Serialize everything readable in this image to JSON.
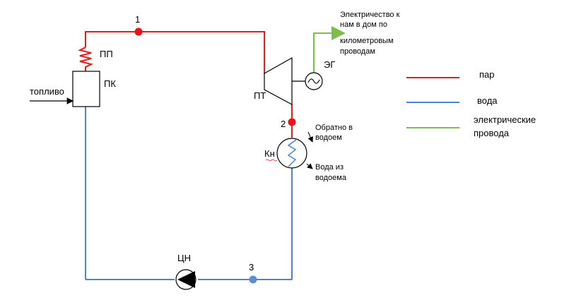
{
  "labels": {
    "point1": "1",
    "point2": "2",
    "point3": "3",
    "superheater": "ПП",
    "boiler": "ПК",
    "fuel": "топливо",
    "turbine": "ПТ",
    "generator": "ЭГ",
    "condenser": "Кн",
    "pump": "ЦН"
  },
  "annotations": {
    "electricity": [
      "Электричество к",
      "нам в дом по",
      "километровым",
      "проводам"
    ],
    "water_return": [
      "Обратно  в",
      "водоем"
    ],
    "water_intake": [
      "Вода из",
      "водоема"
    ]
  },
  "legend": {
    "items": [
      {
        "label": "пар",
        "color": "#e31b1b"
      },
      {
        "label": "вода",
        "color": "#4a86c8"
      },
      {
        "label_lines": [
          "электрические",
          "провода"
        ],
        "color": "#7cbf48"
      }
    ]
  },
  "colors": {
    "steam": "#e31b1b",
    "water": "#4a86c8",
    "electric": "#7cbf48",
    "steam_node": "#ee1111",
    "water_node": "#5a8fd8"
  }
}
